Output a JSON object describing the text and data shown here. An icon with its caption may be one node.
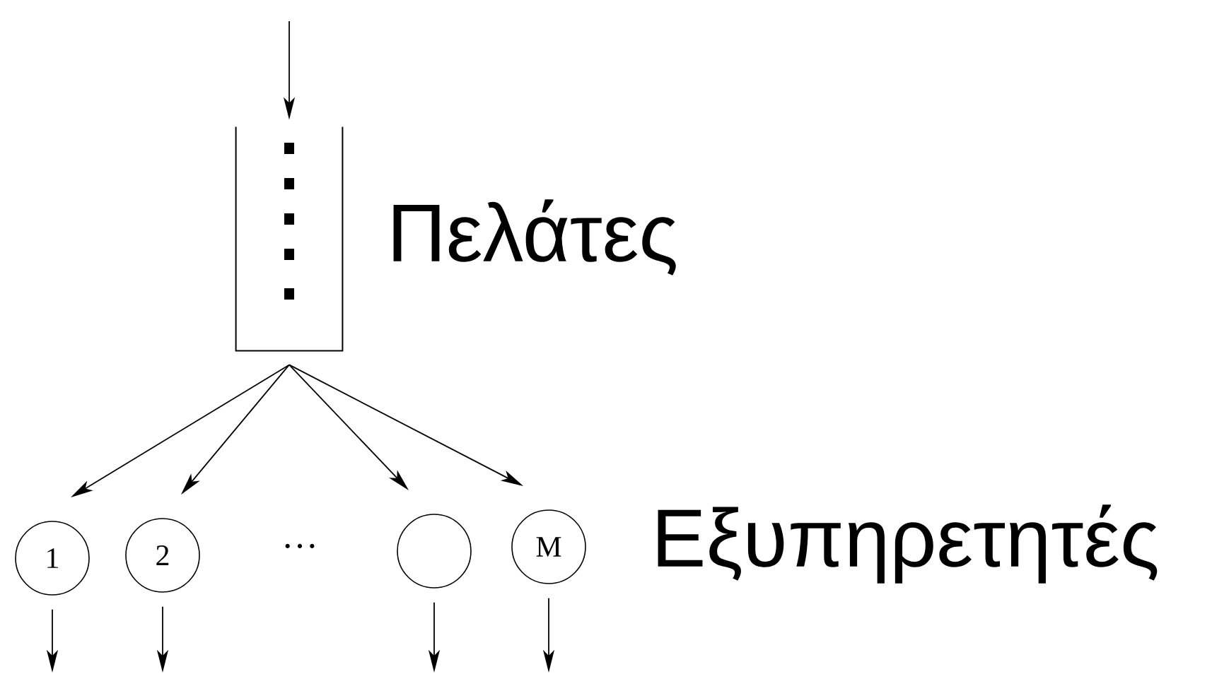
{
  "diagram": {
    "nodes": [
      {
        "text": [],
        "shape": "box",
        "beside": [
          "Πελάτες"
        ]
      },
      {
        "text": [
          "1"
        ]
      },
      {
        "text": [
          "2"
        ]
      },
      {
        "text": [],
        "shape": "circle"
      },
      {
        "text": [
          "M"
        ]
      }
    ],
    "edges": [
      {
        "from": null,
        "to": 0,
        "arrow": "to"
      },
      {
        "from": 0,
        "to": 1,
        "arrow": "to"
      },
      {
        "from": 0,
        "to": 2,
        "arrow": "to"
      },
      {
        "from": 0,
        "to": 3,
        "arrow": "to"
      },
      {
        "from": 0,
        "to": 4,
        "arrow": "to"
      },
      {
        "from": 1,
        "to": null,
        "arrow": "to"
      },
      {
        "from": 2,
        "to": null,
        "arrow": "to"
      },
      {
        "from": 3,
        "to": null,
        "arrow": "to"
      },
      {
        "from": 4,
        "to": null,
        "arrow": "to"
      }
    ],
    "labels": [
      "···",
      "Εξυπηρετητές"
    ]
  }
}
